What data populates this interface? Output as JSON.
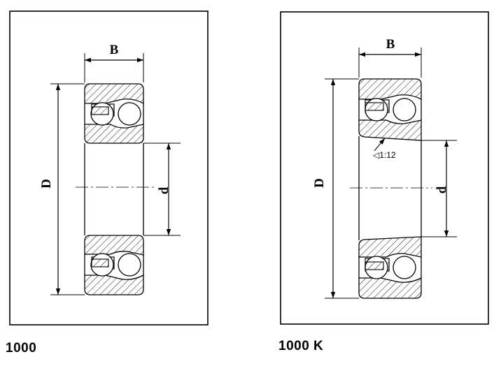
{
  "diagrams": [
    {
      "caption": "1000",
      "labels": {
        "width": "B",
        "outer_diameter": "D",
        "bore": "d"
      },
      "bore_type": "cylindrical"
    },
    {
      "caption": "1000 K",
      "labels": {
        "width": "B",
        "outer_diameter": "D",
        "bore": "d",
        "taper": "◁1:12"
      },
      "bore_type": "tapered"
    }
  ],
  "colors": {
    "line": "#000000",
    "hatch": "#000000",
    "background": "#ffffff"
  }
}
